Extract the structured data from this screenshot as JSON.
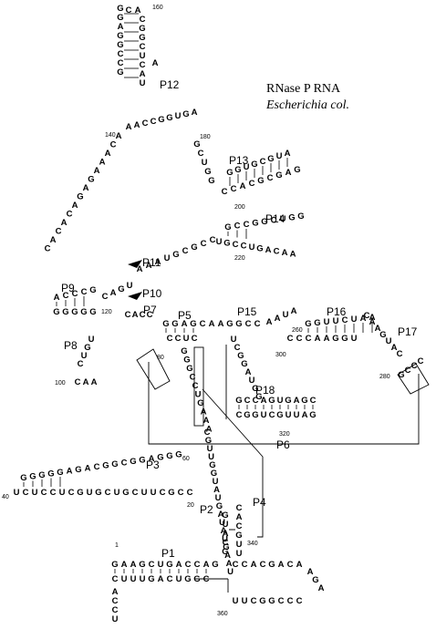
{
  "title": {
    "line1": "RNase P RNA",
    "line2": "Escherichia col."
  },
  "helix_labels": [
    "P1",
    "P2",
    "P3",
    "P4",
    "P5",
    "P6",
    "P7",
    "P8",
    "P9",
    "P10",
    "P11",
    "P12",
    "P13",
    "P14",
    "P15",
    "P16",
    "P17",
    "P18"
  ],
  "position_numbers": [
    "1",
    "20",
    "40",
    "60",
    "80",
    "100",
    "120",
    "140",
    "160",
    "180",
    "200",
    "220",
    "260",
    "280",
    "300",
    "320",
    "340",
    "360"
  ],
  "strands": [
    {
      "name": "p12-stem-left",
      "text": "GCCGGAGG"
    },
    {
      "name": "p12-loop",
      "text": "CA"
    },
    {
      "name": "p12-stem-right",
      "text": "CGGCUCAU"
    },
    {
      "name": "p12-tail",
      "text": "A"
    },
    {
      "name": "j12-11-top",
      "text": "AACCGGUGA"
    },
    {
      "name": "j12-11-right",
      "text": "GCUGG"
    },
    {
      "name": "big-loop-left",
      "text": "ACAAAGAGACACAC"
    },
    {
      "name": "p11-strand",
      "text": "AAAUGCGCC"
    },
    {
      "name": "p13-top",
      "text": "GGUGCGUA"
    },
    {
      "name": "p13-bottom",
      "text": "CCACGCGAG"
    },
    {
      "name": "p14-top",
      "text": "GCCGGCUGG"
    },
    {
      "name": "p14-bottom",
      "text": "UGCCUGACAA"
    },
    {
      "name": "p9-top",
      "text": "ACCCG"
    },
    {
      "name": "p9-bottom",
      "text": "GGGGG"
    },
    {
      "name": "p10-strand",
      "text": "CAGU"
    },
    {
      "name": "p7-left",
      "text": "CACC"
    },
    {
      "name": "p5-top",
      "text": "GGAGCAAGGCC"
    },
    {
      "name": "p5-bottom",
      "text": "CCUC"
    },
    {
      "name": "p15-loop",
      "text": "AAUA"
    },
    {
      "name": "p16-top",
      "text": "GGUUCUAA"
    },
    {
      "name": "p16-bottom",
      "text": "CCCAAGGU"
    },
    {
      "name": "p17-stem",
      "text": "CAAGUAC"
    },
    {
      "name": "p17-loop",
      "text": "GCCC"
    },
    {
      "name": "p8-strand",
      "text": "UGUC"
    },
    {
      "name": "p8-loop",
      "text": "CAA"
    },
    {
      "name": "j5-6-strand",
      "text": "GGGCCUGAAA"
    },
    {
      "name": "p15-right",
      "text": "UCGGAUGG"
    },
    {
      "name": "p18-top",
      "text": "GCCAGUGAGC"
    },
    {
      "name": "p18-bottom",
      "text": "CGGUCGUUAG"
    },
    {
      "name": "p4-strand",
      "text": "CGUUGGUAUGAUAUGAAU"
    },
    {
      "name": "p3-top",
      "text": "GGGGGAGACGGCGGAGGG"
    },
    {
      "name": "p3-bottom",
      "text": "UCUCCUCGUGCUGCUUCGCC"
    },
    {
      "name": "p2-left",
      "text": "GUACG"
    },
    {
      "name": "p2-right",
      "text": "CACGUU"
    },
    {
      "name": "p1-top",
      "text": "GAAGCUGACCAG"
    },
    {
      "name": "p1-bottom",
      "text": "CUUUGACUGGC"
    },
    {
      "name": "p1-tail",
      "text": "ACCU"
    },
    {
      "name": "p1-right-top",
      "text": "CCACGACA"
    },
    {
      "name": "p1-right-bottom",
      "text": "UUCGGCCC"
    },
    {
      "name": "p1-right-loop",
      "text": "AGA"
    }
  ]
}
